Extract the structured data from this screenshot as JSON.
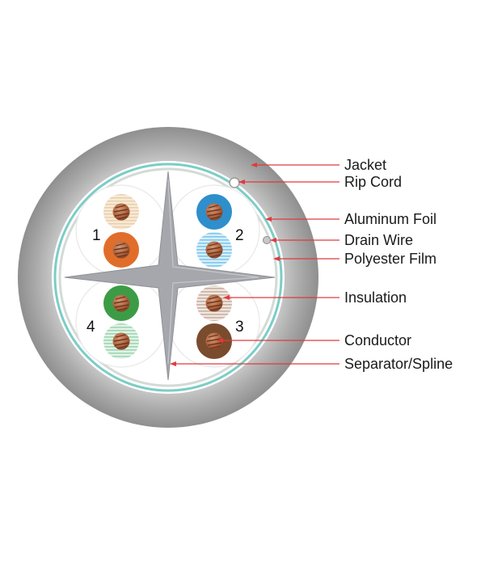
{
  "diagram": {
    "labels": {
      "jacket": "Jacket",
      "rip_cord": "Rip Cord",
      "aluminum_foil": "Aluminum Foil",
      "drain_wire": "Drain Wire",
      "polyester_film": "Polyester Film",
      "insulation": "Insulation",
      "conductor": "Conductor",
      "separator": "Separator/Spline"
    },
    "pair_numbers": {
      "pair1": "1",
      "pair2": "2",
      "pair3": "3",
      "pair4": "4"
    },
    "colors": {
      "jacket": "#a4a4a4",
      "foil": "#7ccdc6",
      "separator": "#a6a7ad",
      "callout": "#e03a3e",
      "orange": "#e06e2a",
      "orange_stripe": "#f1dcc0",
      "blue": "#2e8fcc",
      "blue_stripe": "#8fd0ef",
      "green": "#3c9c45",
      "green_stripe": "#b6e0c4",
      "brown": "#7a4b2d",
      "brown_stripe": "#d8c4b8",
      "copper": "#b56b45"
    }
  }
}
